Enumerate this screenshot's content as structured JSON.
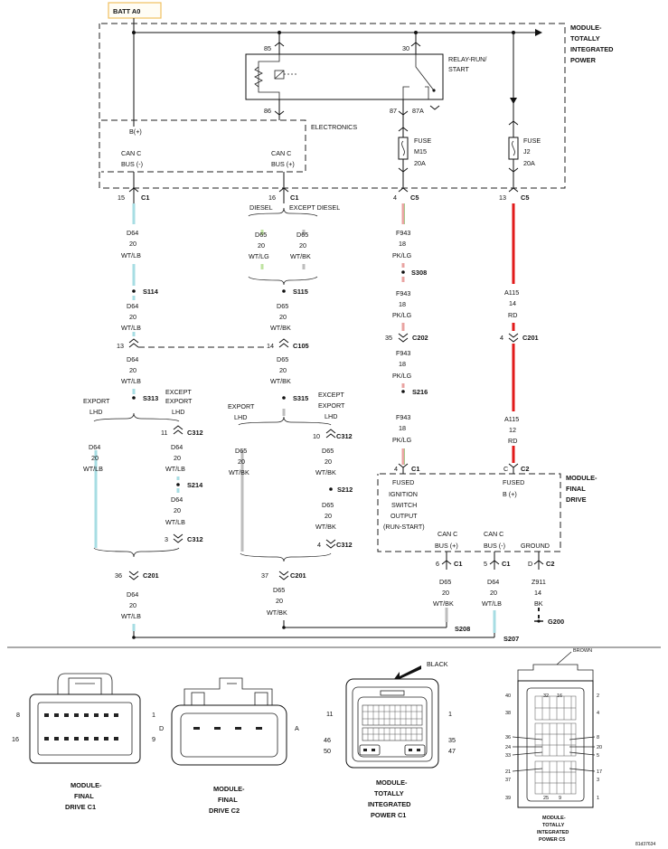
{
  "colors": {
    "wt_lb": "#a7dde3",
    "wt_lg": "#bfe3a1",
    "pk_lg": "#e9a4a2",
    "pk_lg_stripe": "#a6c98c",
    "rd": "#e11a1a",
    "wt_bk": "#bdbdbd",
    "bk": "#222222",
    "batt_box": "#f0c060"
  },
  "power": {
    "batt": "BATT A0",
    "module_tip": [
      "MODULE-",
      "TOTALLY",
      "INTEGRATED",
      "POWER"
    ],
    "relay": [
      "RELAY-RUN/",
      "START"
    ],
    "relay_pins": {
      "p85": "85",
      "p86": "86",
      "p30": "30",
      "p87": "87",
      "p87a": "87A"
    },
    "electronics": "ELECTRONICS",
    "bplus": "B(+)",
    "can_c_minus": [
      "CAN C",
      "BUS (-)"
    ],
    "can_c_plus": [
      "CAN C",
      "BUS (+)"
    ],
    "fuse_m15": [
      "FUSE",
      "M15",
      "20A"
    ],
    "fuse_j2": [
      "FUSE",
      "J2",
      "20A"
    ]
  },
  "conn": {
    "c1_15": {
      "pin": "15",
      "name": "C1"
    },
    "c1_16": {
      "pin": "16",
      "name": "C1"
    },
    "c5_4": {
      "pin": "4",
      "name": "C5"
    },
    "c5_13": {
      "pin": "13",
      "name": "C5"
    },
    "c105_13": "13",
    "c105_14": "14",
    "c105": "C105",
    "c202_35": "35",
    "c202": "C202",
    "c201_4": "4",
    "c201": "C201",
    "c312_11": "11",
    "c312_10": "10",
    "c312_3": "3",
    "c312_4": "4",
    "c312": "C312",
    "c201_36": "36",
    "c201_37": "37",
    "fd_c1_4": "4",
    "fd_c1": "C1",
    "fd_c2_c": "C",
    "fd_c2": "C2",
    "fd_c1_6": "6",
    "fd_c1_5": "5",
    "fd_c2_d": "D",
    "fd_c2_b": "C2"
  },
  "wire": {
    "d64": [
      "D64",
      "20",
      "WT/LB"
    ],
    "d65_lg": [
      "D65",
      "20",
      "WT/LG"
    ],
    "d65_bk": [
      "D65",
      "20",
      "WT/BK"
    ],
    "f943": [
      "F943",
      "18",
      "PK/LG"
    ],
    "a115_14": [
      "A115",
      "14",
      "RD"
    ],
    "a115_12": [
      "A115",
      "12",
      "RD"
    ],
    "z911": [
      "Z911",
      "14",
      "BK"
    ]
  },
  "splice": {
    "s114": "S114",
    "s115": "S115",
    "s308": "S308",
    "s216": "S216",
    "s313": "S313",
    "s315": "S315",
    "s214": "S214",
    "s212": "S212",
    "s208": "S208",
    "s207": "S207"
  },
  "options": {
    "diesel": "DIESEL",
    "except_diesel": "EXCEPT DIESEL",
    "export_lhd": [
      "EXPORT",
      "LHD"
    ],
    "except_export_lhd": [
      "EXCEPT",
      "EXPORT",
      "LHD"
    ]
  },
  "final_drive": {
    "title": [
      "MODULE-",
      "FINAL",
      "DRIVE"
    ],
    "fused_ign": [
      "FUSED",
      "IGNITION",
      "SWITCH",
      "OUTPUT",
      "(RUN-START)"
    ],
    "fused_b": [
      "FUSED",
      "B (+)"
    ],
    "can_plus": [
      "CAN C",
      "BUS (+)"
    ],
    "can_minus": [
      "CAN C",
      "BUS (-)"
    ],
    "ground": "GROUND",
    "g200": "G200"
  },
  "views": {
    "fd_c1_caption": [
      "MODULE-",
      "FINAL",
      "DRIVE C1"
    ],
    "fd_c1_pins": {
      "p8": "8",
      "p1": "1",
      "p16": "16",
      "p9": "9"
    },
    "fd_c2_caption": [
      "MODULE-",
      "FINAL",
      "DRIVE C2"
    ],
    "fd_c2_pins": {
      "d": "D",
      "a": "A"
    },
    "tip_c1_caption": [
      "MODULE-",
      "TOTALLY",
      "INTEGRATED",
      "POWER C1"
    ],
    "tip_c1_color": "BLACK",
    "tip_c1_pins": {
      "p11": "11",
      "p1": "1",
      "p46": "46",
      "p35": "35",
      "p50": "50",
      "p47": "47"
    },
    "tip_c5_caption": [
      "MODULE-",
      "TOTALLY",
      "INTEGRATED",
      "POWER C5"
    ],
    "tip_c5_color": "BROWN",
    "tip_c5_pins": {
      "p40": "40",
      "p32": "32",
      "p16": "16",
      "p2": "2",
      "p38": "38",
      "p4": "4",
      "p36": "36",
      "p8": "8",
      "p24": "24",
      "p20": "20",
      "p33": "33",
      "p5": "5",
      "p21": "21",
      "p17": "17",
      "p37": "37",
      "p3": "3",
      "p39": "39",
      "p25": "25",
      "p9": "9",
      "p1": "1"
    },
    "fig_id": "81d37634"
  }
}
